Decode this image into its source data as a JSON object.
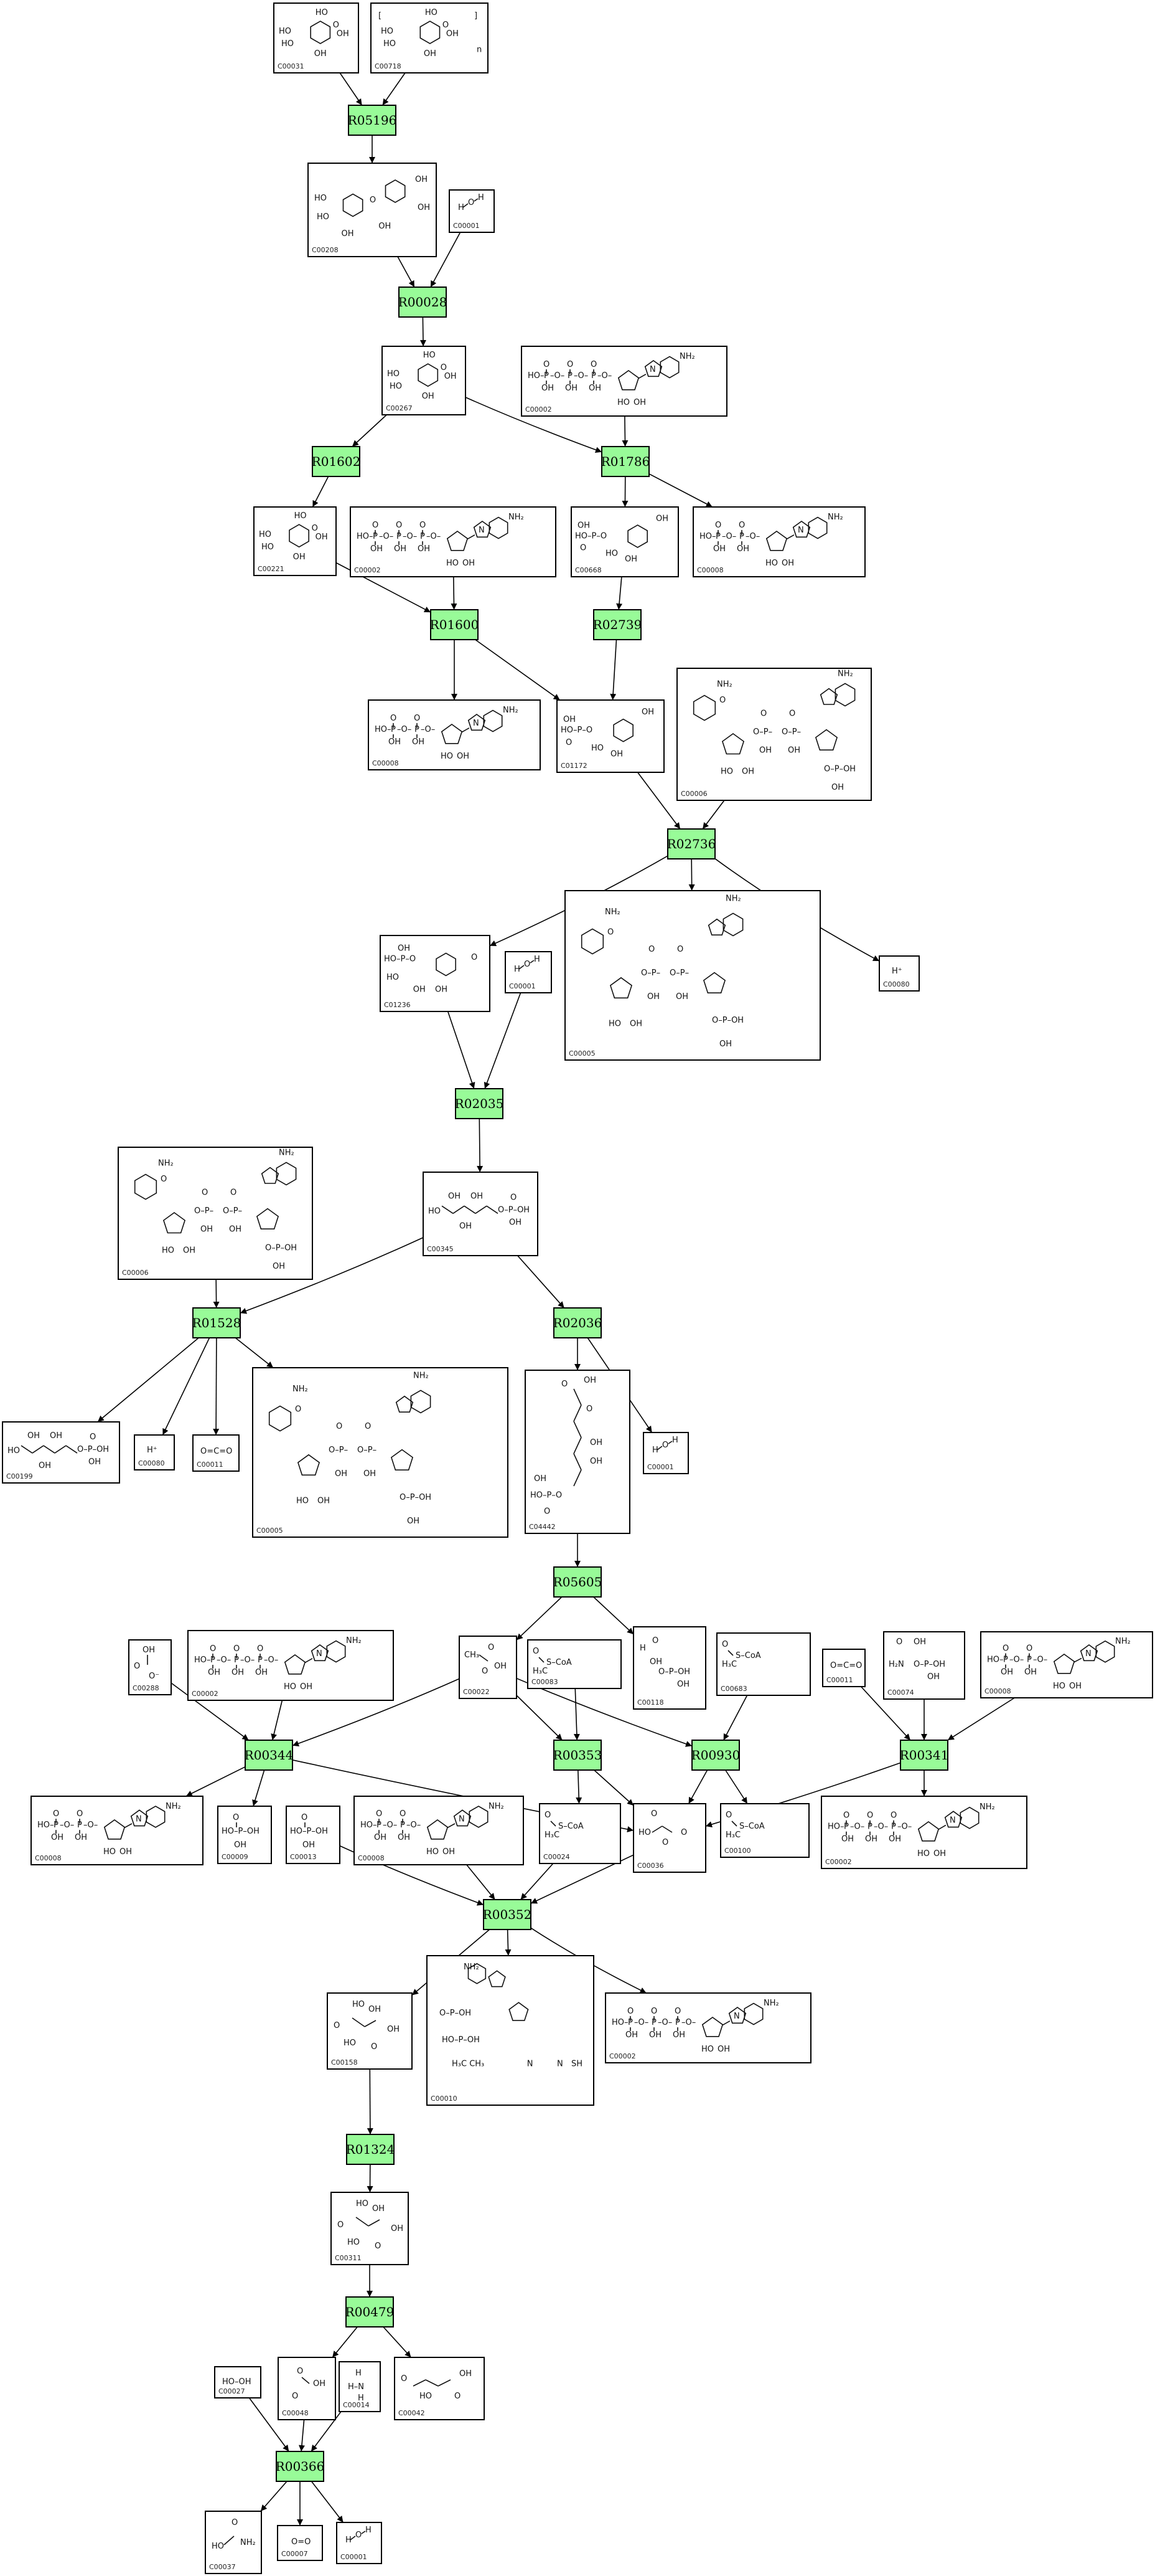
{
  "diagram": {
    "type": "metabolic-pathway",
    "reaction_color": "#98fb98",
    "compounds": [
      {
        "id": "c00031",
        "label": "C00031"
      },
      {
        "id": "c00718",
        "label": "C00718"
      },
      {
        "id": "c00208",
        "label": "C00208"
      },
      {
        "id": "c00001a",
        "label": "C00001"
      },
      {
        "id": "c00267",
        "label": "C00267"
      },
      {
        "id": "c00002a",
        "label": "C00002"
      },
      {
        "id": "c00221",
        "label": "C00221"
      },
      {
        "id": "c00002b",
        "label": "C00002"
      },
      {
        "id": "c00668",
        "label": "C00668"
      },
      {
        "id": "c00008a",
        "label": "C00008"
      },
      {
        "id": "c00008b",
        "label": "C00008"
      },
      {
        "id": "c01172",
        "label": "C01172"
      },
      {
        "id": "c00006a",
        "label": "C00006"
      },
      {
        "id": "c01236",
        "label": "C01236"
      },
      {
        "id": "c00001b",
        "label": "C00001"
      },
      {
        "id": "c00005a",
        "label": "C00005"
      },
      {
        "id": "c00080a",
        "label": "C00080"
      },
      {
        "id": "c00006b",
        "label": "C00006"
      },
      {
        "id": "c00345",
        "label": "C00345"
      },
      {
        "id": "c00199",
        "label": "C00199"
      },
      {
        "id": "c00080b",
        "label": "C00080"
      },
      {
        "id": "c00011a",
        "label": "C00011"
      },
      {
        "id": "c00005b",
        "label": "C00005"
      },
      {
        "id": "c04442",
        "label": "C04442"
      },
      {
        "id": "c00001c",
        "label": "C00001"
      },
      {
        "id": "c00288",
        "label": "C00288"
      },
      {
        "id": "c00002c",
        "label": "C00002"
      },
      {
        "id": "c00022",
        "label": "C00022"
      },
      {
        "id": "c00083",
        "label": "C00083"
      },
      {
        "id": "c00118",
        "label": "C00118"
      },
      {
        "id": "c00683",
        "label": "C00683"
      },
      {
        "id": "c00011b",
        "label": "C00011"
      },
      {
        "id": "c00074",
        "label": "C00074"
      },
      {
        "id": "c00008c",
        "label": "C00008"
      },
      {
        "id": "c00008d",
        "label": "C00008"
      },
      {
        "id": "c00009",
        "label": "C00009"
      },
      {
        "id": "c00013",
        "label": "C00013"
      },
      {
        "id": "c00008e",
        "label": "C00008"
      },
      {
        "id": "c00024",
        "label": "C00024"
      },
      {
        "id": "c00036",
        "label": "C00036"
      },
      {
        "id": "c00100",
        "label": "C00100"
      },
      {
        "id": "c00002d",
        "label": "C00002"
      },
      {
        "id": "c00158",
        "label": "C00158"
      },
      {
        "id": "c00010",
        "label": "C00010"
      },
      {
        "id": "c00002e",
        "label": "C00002"
      },
      {
        "id": "c00311",
        "label": "C00311"
      },
      {
        "id": "c00027",
        "label": "C00027"
      },
      {
        "id": "c00048",
        "label": "C00048"
      },
      {
        "id": "c00014",
        "label": "C00014"
      },
      {
        "id": "c00042",
        "label": "C00042"
      },
      {
        "id": "c00037",
        "label": "C00037"
      },
      {
        "id": "c00007",
        "label": "C00007"
      },
      {
        "id": "c00001d",
        "label": "C00001"
      }
    ],
    "reactions": [
      {
        "id": "r05196",
        "label": "R05196"
      },
      {
        "id": "r00028",
        "label": "R00028"
      },
      {
        "id": "r01602",
        "label": "R01602"
      },
      {
        "id": "r01786",
        "label": "R01786"
      },
      {
        "id": "r01600",
        "label": "R01600"
      },
      {
        "id": "r02739",
        "label": "R02739"
      },
      {
        "id": "r02736",
        "label": "R02736"
      },
      {
        "id": "r02035",
        "label": "R02035"
      },
      {
        "id": "r01528",
        "label": "R01528"
      },
      {
        "id": "r02036",
        "label": "R02036"
      },
      {
        "id": "r05605",
        "label": "R05605"
      },
      {
        "id": "r00344",
        "label": "R00344"
      },
      {
        "id": "r00353",
        "label": "R00353"
      },
      {
        "id": "r00930",
        "label": "R00930"
      },
      {
        "id": "r00341",
        "label": "R00341"
      },
      {
        "id": "r00352",
        "label": "R00352"
      },
      {
        "id": "r01324",
        "label": "R01324"
      },
      {
        "id": "r00479",
        "label": "R00479"
      },
      {
        "id": "r00366",
        "label": "R00366"
      }
    ],
    "edges": [
      [
        "c00031",
        "r05196"
      ],
      [
        "c00718",
        "r05196"
      ],
      [
        "r05196",
        "c00208"
      ],
      [
        "c00208",
        "r00028"
      ],
      [
        "c00001a",
        "r00028"
      ],
      [
        "r00028",
        "c00267"
      ],
      [
        "c00267",
        "r01602"
      ],
      [
        "c00267",
        "r01786"
      ],
      [
        "c00002a",
        "r01786"
      ],
      [
        "r01602",
        "c00221"
      ],
      [
        "r01786",
        "c00668"
      ],
      [
        "r01786",
        "c00008a"
      ],
      [
        "c00221",
        "r01600"
      ],
      [
        "c00002b",
        "r01600"
      ],
      [
        "c00668",
        "r02739"
      ],
      [
        "r01600",
        "c00008b"
      ],
      [
        "r01600",
        "c01172"
      ],
      [
        "r02739",
        "c01172"
      ],
      [
        "c01172",
        "r02736"
      ],
      [
        "c00006a",
        "r02736"
      ],
      [
        "r02736",
        "c01236"
      ],
      [
        "r02736",
        "c00005a"
      ],
      [
        "r02736",
        "c00080a"
      ],
      [
        "c01236",
        "r02035"
      ],
      [
        "c00001b",
        "r02035"
      ],
      [
        "r02035",
        "c00345"
      ],
      [
        "c00345",
        "r01528"
      ],
      [
        "c00006b",
        "r01528"
      ],
      [
        "c00345",
        "r02036"
      ],
      [
        "r01528",
        "c00199"
      ],
      [
        "r01528",
        "c00080b"
      ],
      [
        "r01528",
        "c00011a"
      ],
      [
        "r01528",
        "c00005b"
      ],
      [
        "r02036",
        "c04442"
      ],
      [
        "r02036",
        "c00001c"
      ],
      [
        "c04442",
        "r05605"
      ],
      [
        "r05605",
        "c00022"
      ],
      [
        "r05605",
        "c00118"
      ],
      [
        "c00288",
        "r00344"
      ],
      [
        "c00002c",
        "r00344"
      ],
      [
        "c00022",
        "r00344"
      ],
      [
        "c00022",
        "r00353"
      ],
      [
        "c00083",
        "r00353"
      ],
      [
        "c00022",
        "r00930"
      ],
      [
        "c00683",
        "r00930"
      ],
      [
        "c00011b",
        "r00341"
      ],
      [
        "c00074",
        "r00341"
      ],
      [
        "c00008c",
        "r00341"
      ],
      [
        "r00344",
        "c00008d"
      ],
      [
        "r00344",
        "c00009"
      ],
      [
        "r00344",
        "c00036"
      ],
      [
        "r00353",
        "c00024"
      ],
      [
        "r00353",
        "c00036"
      ],
      [
        "r00930",
        "c00036"
      ],
      [
        "r00930",
        "c00100"
      ],
      [
        "r00341",
        "c00036"
      ],
      [
        "r00341",
        "c00002d"
      ],
      [
        "c00013",
        "r00352"
      ],
      [
        "c00008e",
        "r00352"
      ],
      [
        "c00024",
        "r00352"
      ],
      [
        "c00036",
        "r00352"
      ],
      [
        "r00352",
        "c00158"
      ],
      [
        "r00352",
        "c00010"
      ],
      [
        "r00352",
        "c00002e"
      ],
      [
        "c00158",
        "r01324"
      ],
      [
        "r01324",
        "c00311"
      ],
      [
        "c00311",
        "r00479"
      ],
      [
        "r00479",
        "c00048"
      ],
      [
        "r00479",
        "c00042"
      ],
      [
        "c00027",
        "r00366"
      ],
      [
        "c00048",
        "r00366"
      ],
      [
        "c00014",
        "r00366"
      ],
      [
        "r00366",
        "c00037"
      ],
      [
        "r00366",
        "c00007"
      ],
      [
        "r00366",
        "c00001d"
      ]
    ],
    "atom_labels": {
      "HO": "HO",
      "OH": "OH",
      "O": "O",
      "P": "P",
      "NH2": "NH₂",
      "N": "N",
      "H": "H",
      "H_plus": "H⁺",
      "O_eq_C_eq_O": "O=C=O",
      "O_eq_O": "O=O",
      "HO_OH": "HO–OH",
      "S": "S",
      "SCoA": "S–CoA",
      "CoA": "CoA",
      "H3C": "H₃C",
      "CH3": "CH₃",
      "O_minus": "O⁻",
      "H2N": "H₂N",
      "n": "n"
    }
  }
}
